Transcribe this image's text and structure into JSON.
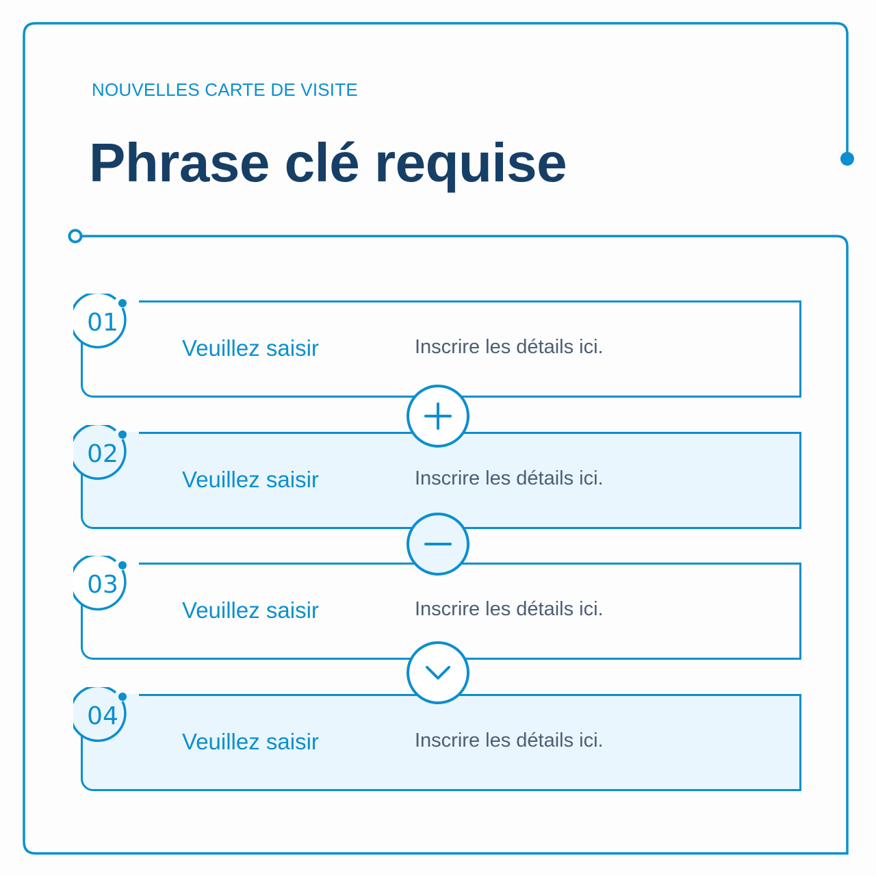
{
  "header": {
    "eyebrow": "NOUVELLES CARTE DE VISITE",
    "title": "Phrase clé requise"
  },
  "colors": {
    "accent": "#0b8fcf",
    "title": "#173f66",
    "detail_text": "#4a5e75",
    "row_fill_alt": "#e9f6fd",
    "background": "#fdfdfd"
  },
  "rows": [
    {
      "number": "01",
      "label": "Veuillez saisir",
      "detail": "Inscrire les détails ici.",
      "filled": false
    },
    {
      "number": "02",
      "label": "Veuillez saisir",
      "detail": "Inscrire les détails ici.",
      "filled": true
    },
    {
      "number": "03",
      "label": "Veuillez saisir",
      "detail": "Inscrire les détails ici.",
      "filled": false
    },
    {
      "number": "04",
      "label": "Veuillez saisir",
      "detail": "Inscrire les détails ici.",
      "filled": true
    }
  ],
  "controls": [
    {
      "icon": "plus-icon"
    },
    {
      "icon": "minus-icon"
    },
    {
      "icon": "chevron-down-icon"
    }
  ]
}
